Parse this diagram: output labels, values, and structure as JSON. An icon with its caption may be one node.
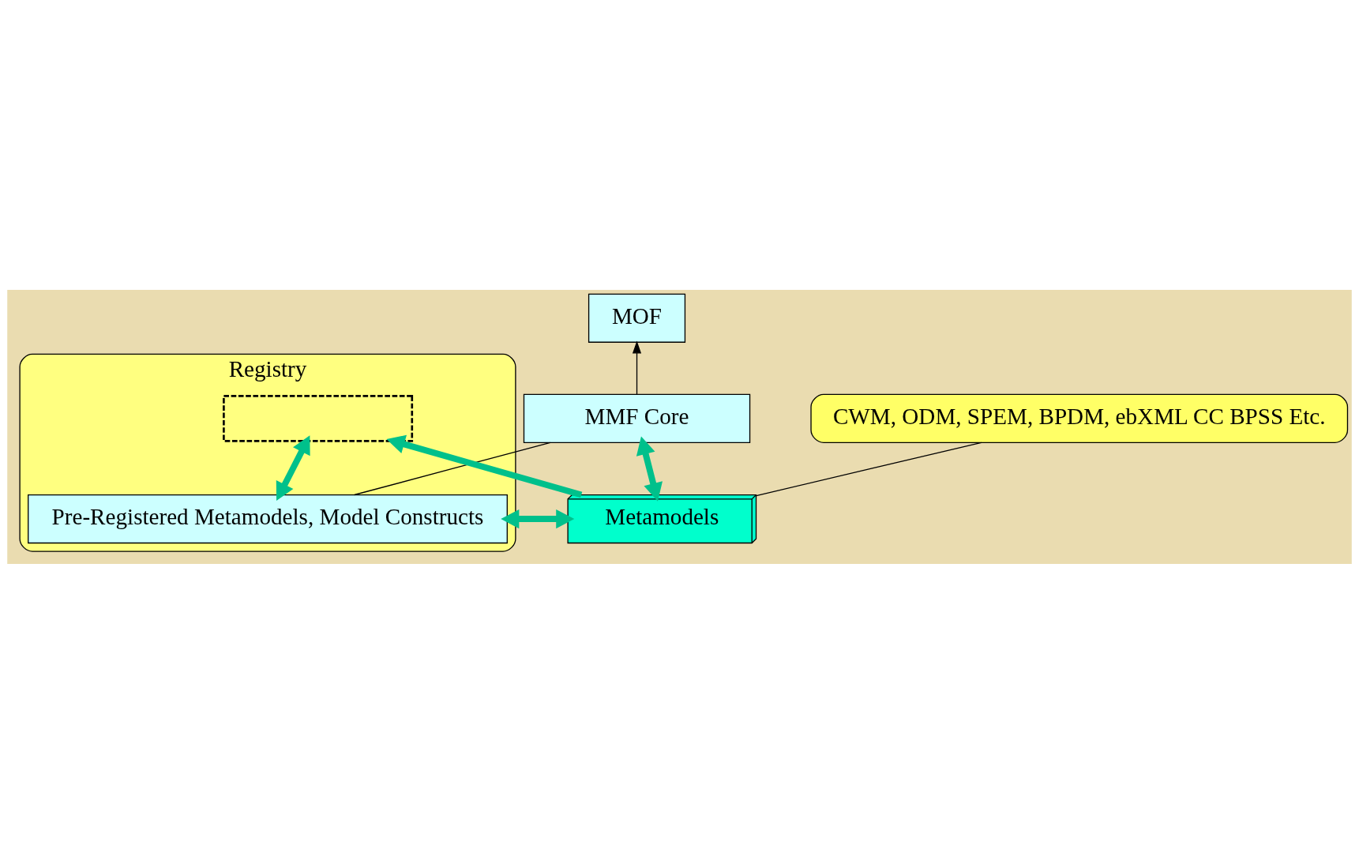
{
  "diagram": {
    "nodes": [
      {
        "text": [
          "MOF"
        ]
      },
      {
        "text": [
          "MMF Core"
        ]
      },
      {
        "text": [
          "Registry"
        ]
      },
      {
        "text": [],
        "shape": "box",
        "in": 2
      },
      {
        "text": [
          "Pre-Registered Metamodels, Model Constructs"
        ],
        "in": 2
      },
      {
        "text": [
          "Metamodels"
        ]
      },
      {
        "text": [
          "CWM, ODM, SPEM, BPDM, ebXML CC BPSS Etc."
        ]
      }
    ],
    "edges": [
      {
        "from": 1,
        "to": 0,
        "arrow": "to",
        "color": "#000000"
      },
      {
        "from": 1,
        "to": 5,
        "arrow": "both"
      },
      {
        "from": 5,
        "to": 3,
        "arrow": "to"
      },
      {
        "from": 3,
        "to": 4,
        "arrow": "both"
      },
      {
        "from": 4,
        "to": 5,
        "arrow": "both"
      },
      {
        "from": 1,
        "to": 4,
        "arrow": "none",
        "color": "#000000"
      },
      {
        "from": 6,
        "to": 5,
        "arrow": "none",
        "color": "#000000"
      }
    ]
  }
}
